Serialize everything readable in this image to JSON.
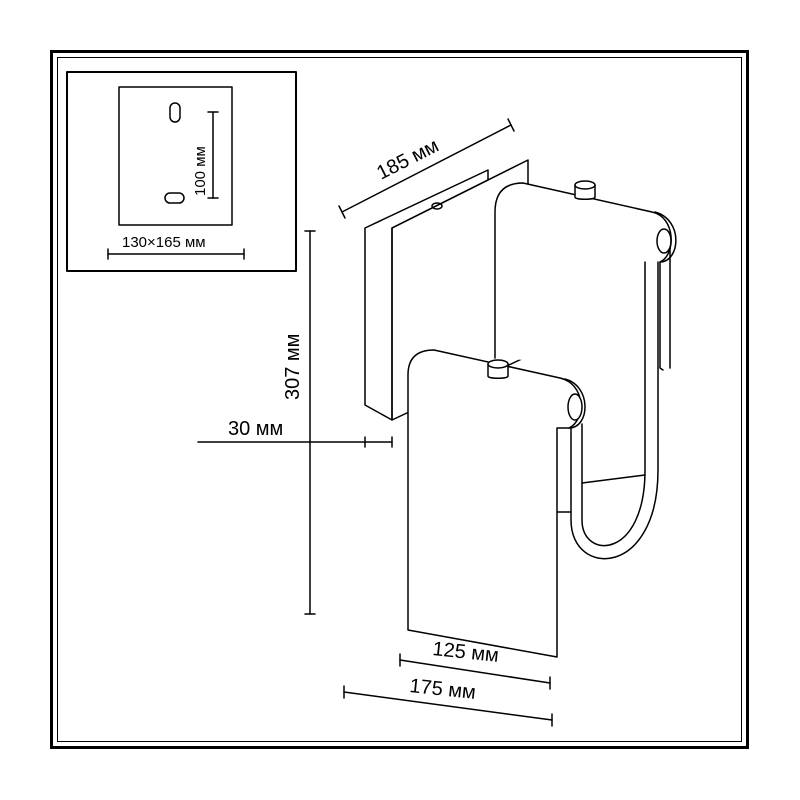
{
  "dimensions": {
    "depth": "185 мм",
    "height": "307 мм",
    "offset": "30 мм",
    "front_width": "125 мм",
    "total_width": "175 мм",
    "mount_plate_size": "130×165  мм",
    "mount_hole_spacing": "100 мм"
  }
}
